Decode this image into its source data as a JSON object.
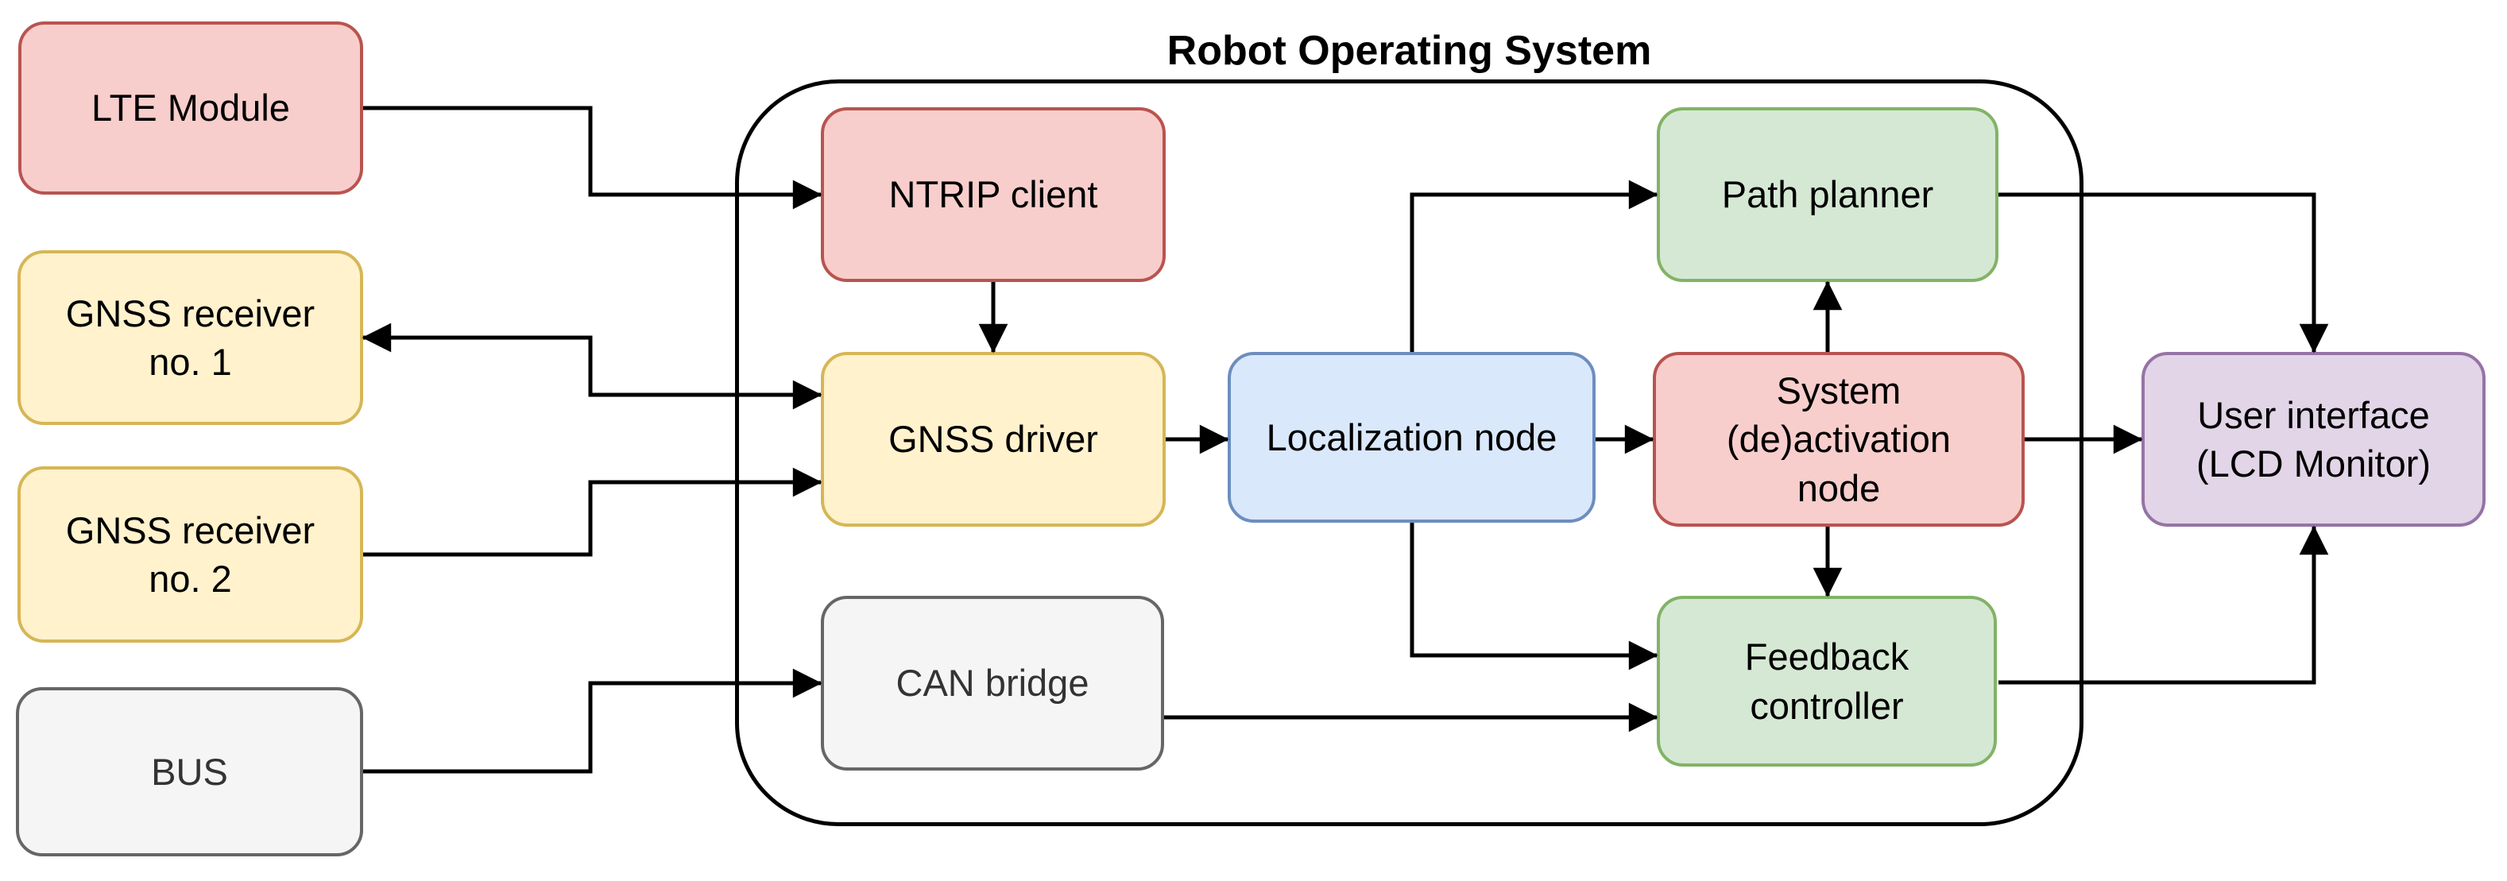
{
  "diagram": {
    "container_title": "Robot Operating System",
    "nodes": {
      "lte": {
        "label": "LTE Module",
        "color": "red",
        "inside_ros": false
      },
      "gnss1": {
        "label": "GNSS receiver\nno. 1",
        "color": "yellow",
        "inside_ros": false
      },
      "gnss2": {
        "label": "GNSS receiver\nno. 2",
        "color": "yellow",
        "inside_ros": false
      },
      "bus": {
        "label": "BUS",
        "color": "gray",
        "inside_ros": false
      },
      "ntrip": {
        "label": "NTRIP client",
        "color": "red",
        "inside_ros": true
      },
      "gnss_driver": {
        "label": "GNSS driver",
        "color": "yellow",
        "inside_ros": true
      },
      "can_bridge": {
        "label": "CAN bridge",
        "color": "gray",
        "inside_ros": true
      },
      "localization": {
        "label": "Localization node",
        "color": "blue",
        "inside_ros": true
      },
      "path_planner": {
        "label": "Path planner",
        "color": "green",
        "inside_ros": true
      },
      "sys_node": {
        "label": "System\n(de)activation\nnode",
        "color": "red",
        "inside_ros": true
      },
      "feedback": {
        "label": "Feedback\ncontroller",
        "color": "green",
        "inside_ros": true
      },
      "ui": {
        "label": "User interface\n(LCD Monitor)",
        "color": "purple",
        "inside_ros": false
      }
    },
    "edges": [
      {
        "from": "lte",
        "to": "ntrip",
        "bidirectional": false
      },
      {
        "from": "gnss_driver",
        "to": "gnss1",
        "bidirectional": true
      },
      {
        "from": "gnss2",
        "to": "gnss_driver",
        "bidirectional": false
      },
      {
        "from": "bus",
        "to": "can_bridge",
        "bidirectional": false
      },
      {
        "from": "ntrip",
        "to": "gnss_driver",
        "bidirectional": false
      },
      {
        "from": "gnss_driver",
        "to": "localization",
        "bidirectional": false
      },
      {
        "from": "localization",
        "to": "sys_node",
        "bidirectional": false
      },
      {
        "from": "localization",
        "to": "path_planner",
        "bidirectional": false
      },
      {
        "from": "localization",
        "to": "feedback",
        "bidirectional": false
      },
      {
        "from": "can_bridge",
        "to": "feedback",
        "bidirectional": false
      },
      {
        "from": "sys_node",
        "to": "path_planner",
        "bidirectional": false
      },
      {
        "from": "sys_node",
        "to": "feedback",
        "bidirectional": false
      },
      {
        "from": "sys_node",
        "to": "ui",
        "bidirectional": false
      },
      {
        "from": "path_planner",
        "to": "ui",
        "bidirectional": false
      },
      {
        "from": "feedback",
        "to": "ui",
        "bidirectional": false
      }
    ],
    "palette": {
      "red_fill": "#f8cecc",
      "red_stroke": "#b85450",
      "yellow_fill": "#fff2cc",
      "yellow_stroke": "#d6b656",
      "blue_fill": "#dae8fc",
      "blue_stroke": "#6c8ebf",
      "green_fill": "#d5e8d4",
      "green_stroke": "#82b366",
      "gray_fill": "#f5f5f5",
      "gray_stroke": "#666666",
      "purple_fill": "#e1d5e7",
      "purple_stroke": "#9673a6",
      "line_color": "#000000",
      "background": "#ffffff"
    }
  }
}
